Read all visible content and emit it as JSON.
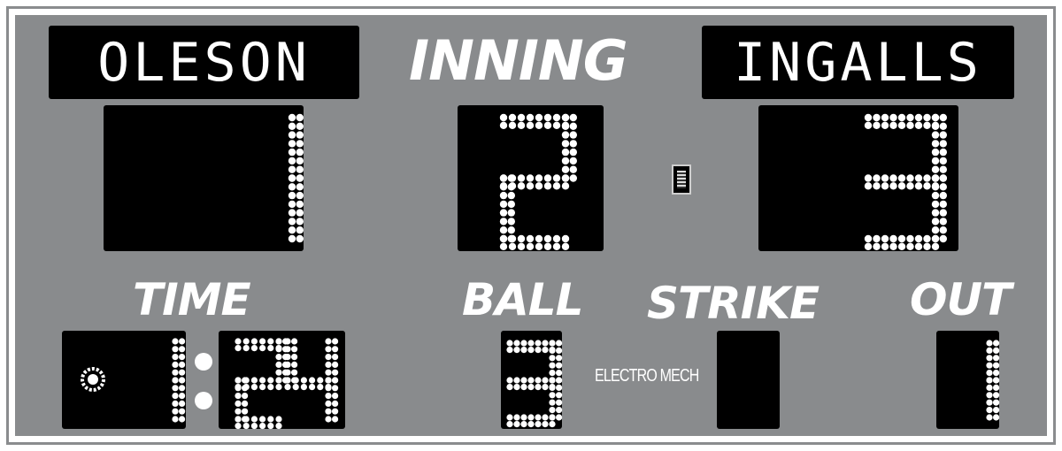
{
  "scoreboard": {
    "home_name": "OLESON",
    "away_name": "INGALLS",
    "inning_label": "INNING",
    "time_label": "TIME",
    "ball_label": "BALL",
    "strike_label": "STRIKE",
    "out_label": "OUT",
    "brand": "ELECTRO MECH",
    "home_score": "1",
    "inning": "2",
    "away_score": "3",
    "time_minutes": "1",
    "time_seconds": "24",
    "ball": "3",
    "strike": "",
    "out": "1",
    "dot_color": "#ffffff",
    "panel_color": "#000000",
    "face_color": "#898b8d"
  }
}
